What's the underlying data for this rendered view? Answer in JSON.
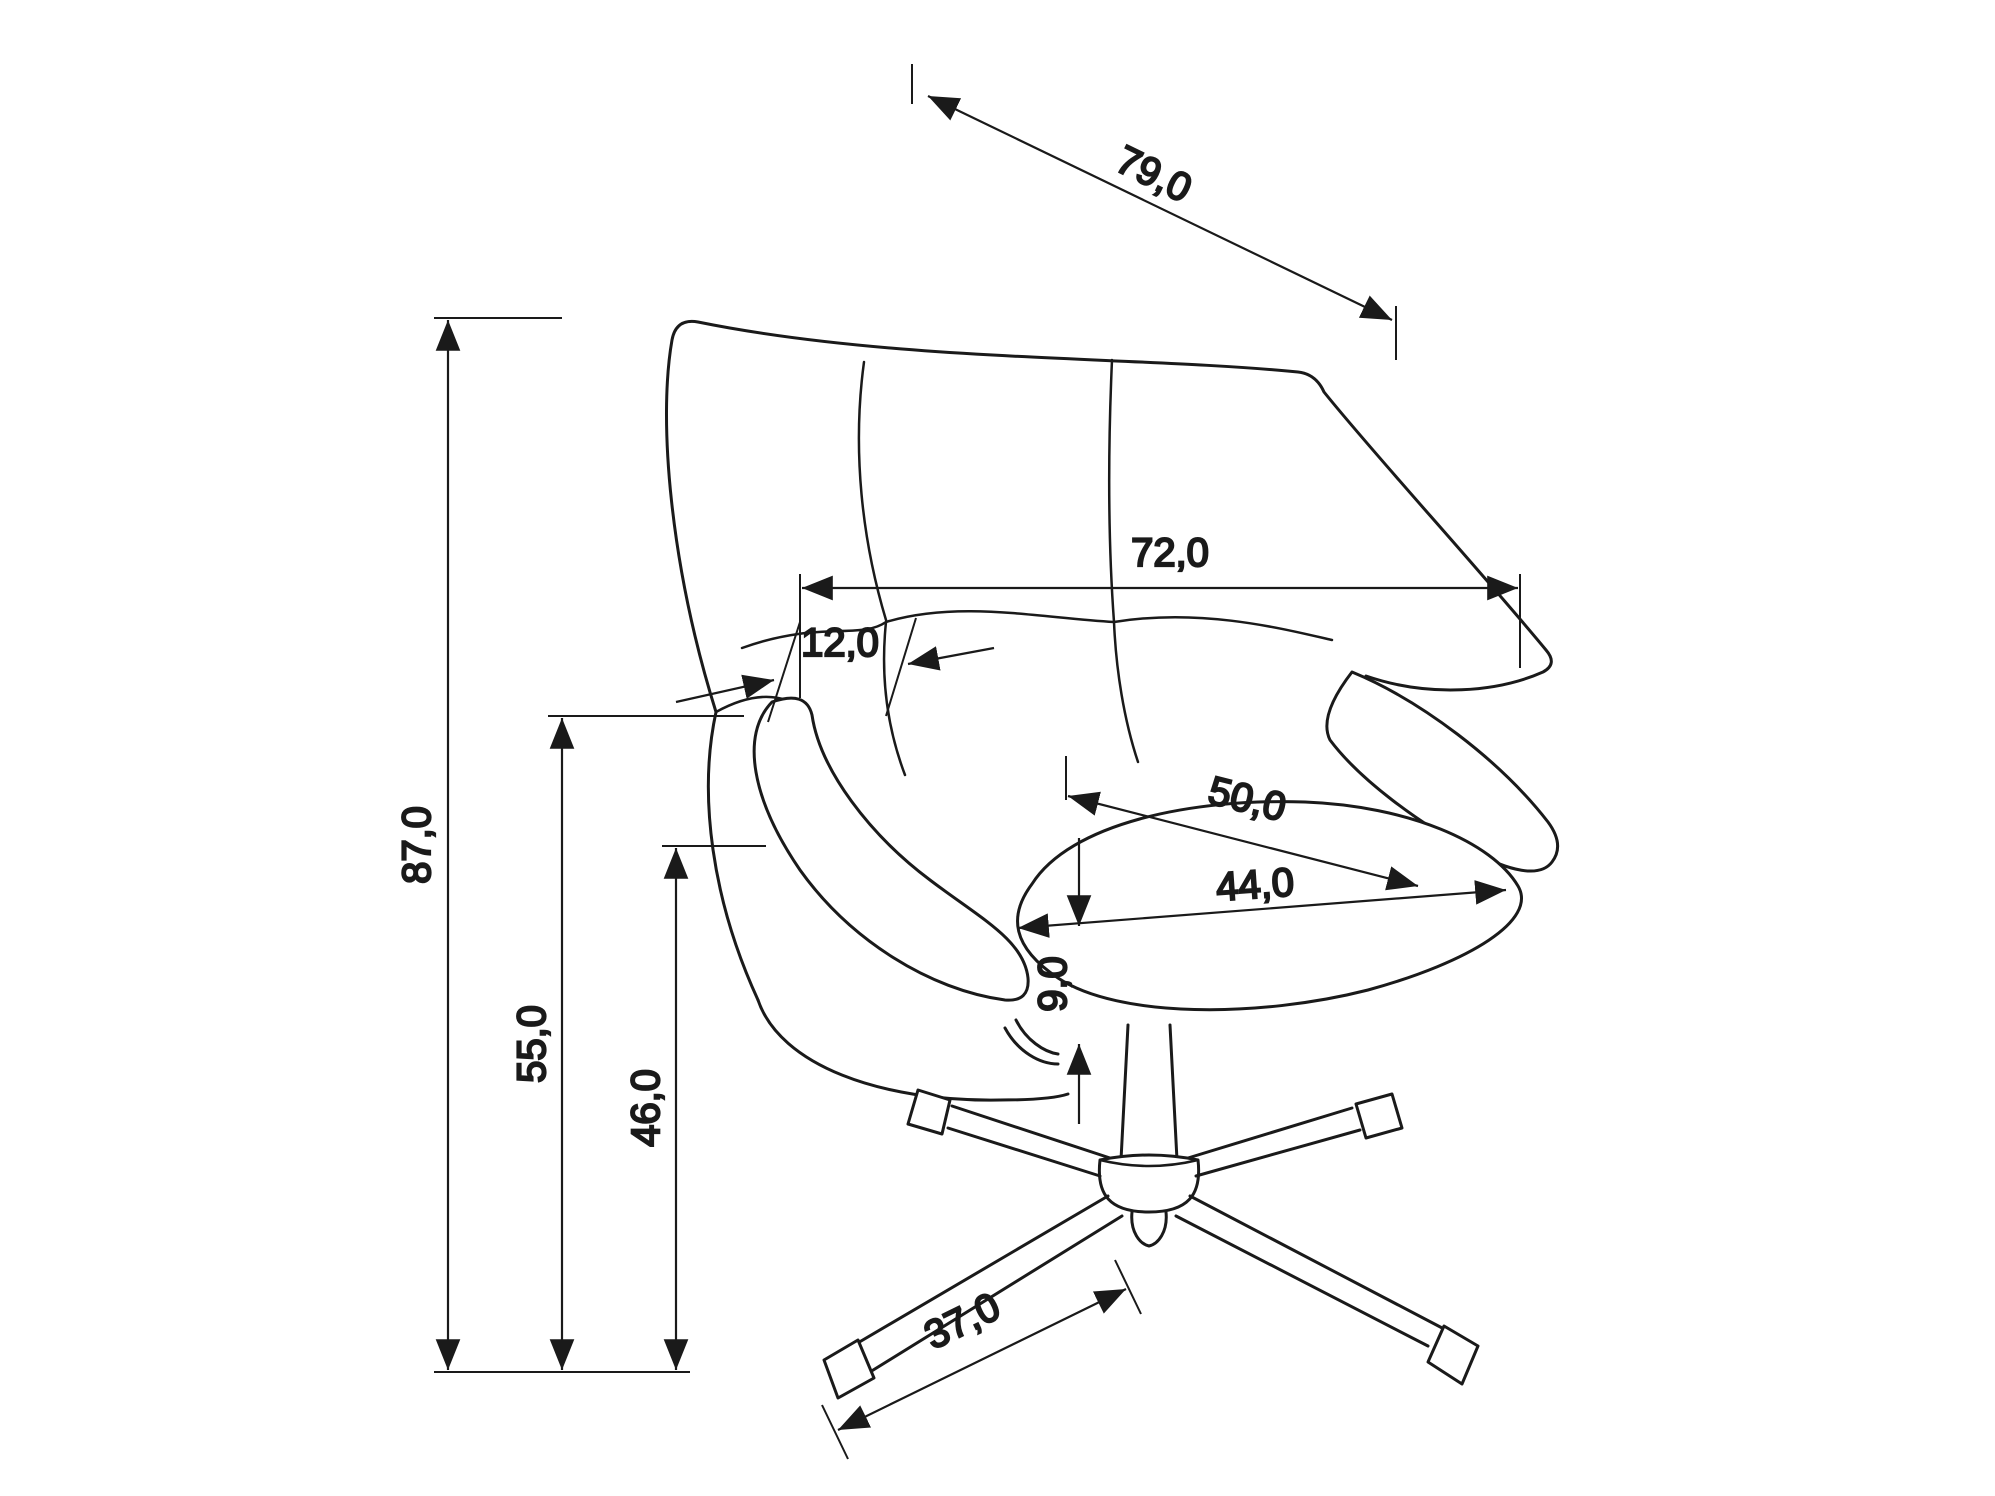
{
  "diagram": {
    "type": "technical-dimension-drawing",
    "subject": "swivel-egg-armchair",
    "colors": {
      "line": "#1a1a1a",
      "background": "#ffffff"
    },
    "dimensions": {
      "top_depth": {
        "value": "79,0"
      },
      "overall_height": {
        "value": "87,0"
      },
      "overall_width": {
        "value": "72,0"
      },
      "armrest_width": {
        "value": "12,0"
      },
      "armrest_height": {
        "value": "55,0"
      },
      "seat_height": {
        "value": "46,0"
      },
      "seat_depth": {
        "value": "50,0"
      },
      "seat_width": {
        "value": "44,0"
      },
      "cushion_thickness": {
        "value": "9,0"
      },
      "base_arm_length": {
        "value": "37,0"
      }
    }
  }
}
